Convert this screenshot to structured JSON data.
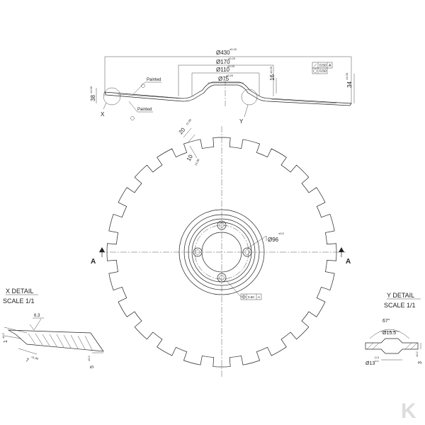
{
  "dimensions": {
    "d430": "Ø430",
    "d430_tol": "±0.20",
    "d170": "Ø170",
    "d170_tol": "±0.20",
    "d110": "Ø110",
    "d110_tol": "±0.20",
    "d75": "Ø75",
    "d75_tol": "±0.20",
    "h16": "16",
    "h16_tol": "±0.20",
    "h38": "38",
    "h38_tol": "±1.00",
    "h34": "34",
    "h34_tol": "±1.00",
    "notch_w": "20",
    "notch_w_tol": "±1.00",
    "notch_d": "10",
    "notch_d_tol": "±1.00",
    "d96": "Ø96",
    "d96_tol": "±0.5",
    "gdt_flat": "0.50",
    "gdt_flat_ref": "A",
    "gdt_round": "0.50",
    "gdt_pos": "0.60",
    "gdt_pos_ref": "A"
  },
  "notes": {
    "painted_top": "Painted",
    "painted_bottom": "Painted",
    "label_x": "X",
    "label_y": "Y",
    "section_a_left": "A",
    "section_a_right": "A"
  },
  "x_detail": {
    "title": "X DETAIL",
    "scale": "SCALE 1/1",
    "roughness": "6.3",
    "dim_left": "1",
    "dim_left_tol": "±0.2",
    "dim_bottom": "7",
    "dim_bottom_tol": "±1.00",
    "dim_right": "5",
    "dim_right_tol": "±0.2"
  },
  "y_detail": {
    "title": "Y DETAIL",
    "scale": "SCALE 1/1",
    "angle": "67°",
    "d155": "Ø15.5",
    "d13": "Ø13",
    "d13_tol": "-0.3",
    "d13_tol2": "-0.1",
    "h3": "3",
    "h3_tol": "±0.2"
  },
  "logo": {
    "text": "K"
  }
}
